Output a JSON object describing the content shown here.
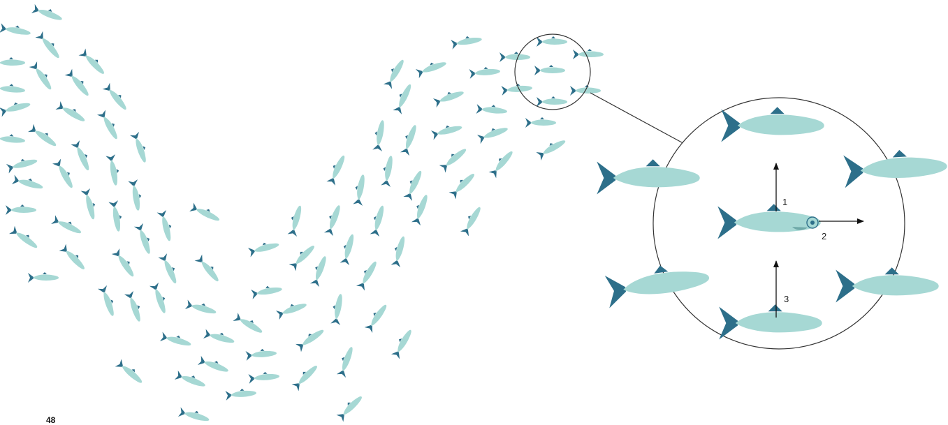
{
  "diagram": {
    "type": "fish-school-illustration",
    "colors": {
      "fish_body": "#a6d8d4",
      "fish_fin": "#2d6f8a",
      "outline": "#333333",
      "arrow": "#111111"
    },
    "icons": {
      "fish": "fish-icon",
      "zoom_circle": "magnifier-circle",
      "arrow": "arrow-icon"
    },
    "labels": {
      "arrow_1": "1",
      "arrow_2": "2",
      "arrow_3": "3"
    }
  },
  "page": {
    "number": "48"
  }
}
